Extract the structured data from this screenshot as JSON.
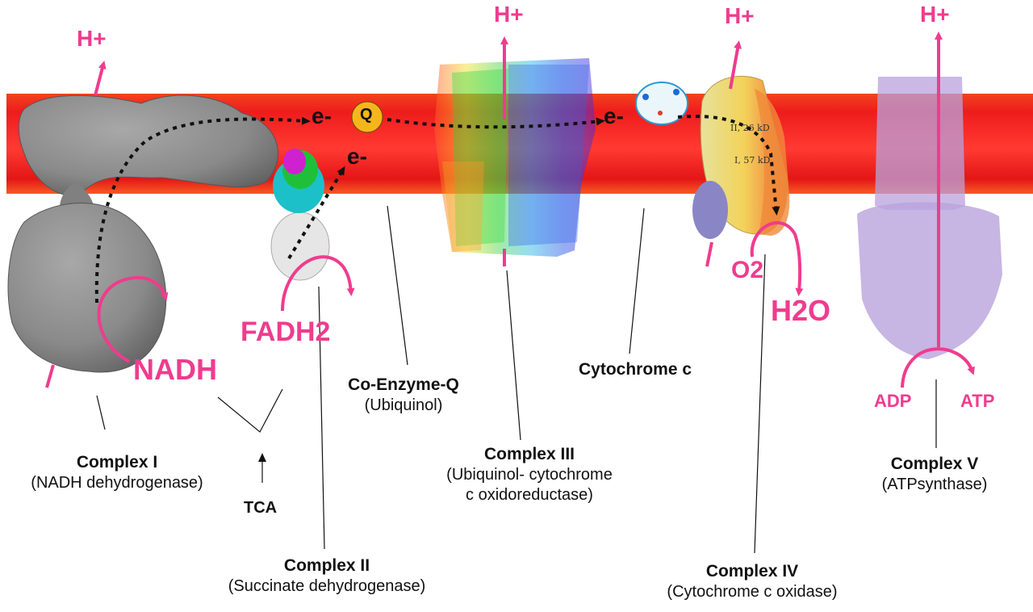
{
  "colors": {
    "accent": "#ef3c8e",
    "membrane": "#ee1c1c",
    "quinone": "#f7b51c"
  },
  "proton_label": "H+",
  "electron_label": "e-",
  "quinone_label": "Q",
  "molecules": {
    "nadh": "NADH",
    "fadh2": "FADH2",
    "o2": "O2",
    "h2o": "H2O",
    "adp": "ADP",
    "atp": "ATP",
    "tca": "TCA"
  },
  "labels": {
    "complex1": {
      "name": "Complex I",
      "desc": "(NADH dehydrogenase)"
    },
    "complex2": {
      "name": "Complex  II",
      "desc": "(Succinate dehydrogenase)"
    },
    "coq": {
      "name": "Co-Enzyme-Q",
      "desc": "(Ubiquinol)"
    },
    "complex3": {
      "name": "Complex III",
      "desc1": "(Ubiquinol- cytochrome",
      "desc2": "c  oxidoreductase)"
    },
    "cytc": {
      "name": "Cytochrome c"
    },
    "complex4": {
      "name": "Complex IV",
      "desc": "(Cytochrome c oxidase)"
    },
    "complex5": {
      "name": "Complex V",
      "desc": "(ATPsynthase)"
    }
  },
  "complex4_subunits": {
    "s2": "II, 26 kD",
    "s1": "I, 57 kD"
  }
}
